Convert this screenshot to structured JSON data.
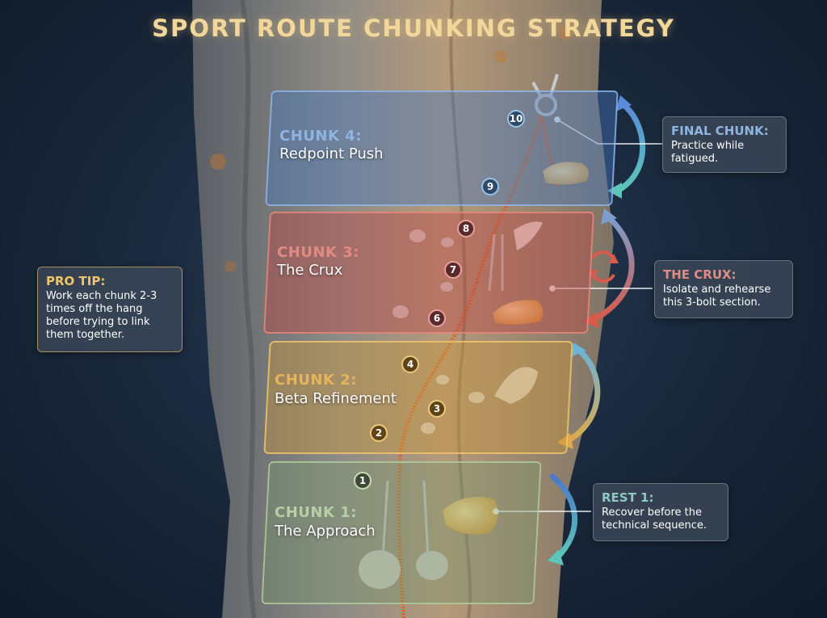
{
  "title": "SPORT ROUTE CHUNKING STRATEGY",
  "chunks": [
    {
      "title": "CHUNK 4:",
      "subtitle": "Redpoint Push",
      "color": "#8fb4e0"
    },
    {
      "title": "CHUNK 3:",
      "subtitle": "The Crux",
      "color": "#e08c84"
    },
    {
      "title": "CHUNK 2:",
      "subtitle": "Beta Refinement",
      "color": "#e6b45a"
    },
    {
      "title": "CHUNK 1:",
      "subtitle": "The Approach",
      "color": "#b7cfa6"
    }
  ],
  "callouts": {
    "final_chunk": {
      "heading": "FINAL CHUNK:",
      "line1": "Practice while",
      "line2": "fatigued.",
      "color": "#8fb4e0"
    },
    "the_crux": {
      "heading": "THE CRUX:",
      "line1": "Isolate and rehearse",
      "line2": "this 3-bolt section.",
      "color": "#e08c84"
    },
    "rest_1": {
      "heading": "REST 1:",
      "line1": "Recover before the",
      "line2": "technical sequence.",
      "color": "#8fc8c0"
    },
    "pro_tip": {
      "heading": "PRO TIP:",
      "line1": "Work each chunk 2-3",
      "line2": "times off the hang",
      "line3": "before trying to link",
      "line4": "them together.",
      "color": "#f2c46a"
    }
  },
  "bolts": [
    "1",
    "2",
    "3",
    "4",
    "6",
    "7",
    "8",
    "9",
    "10"
  ]
}
